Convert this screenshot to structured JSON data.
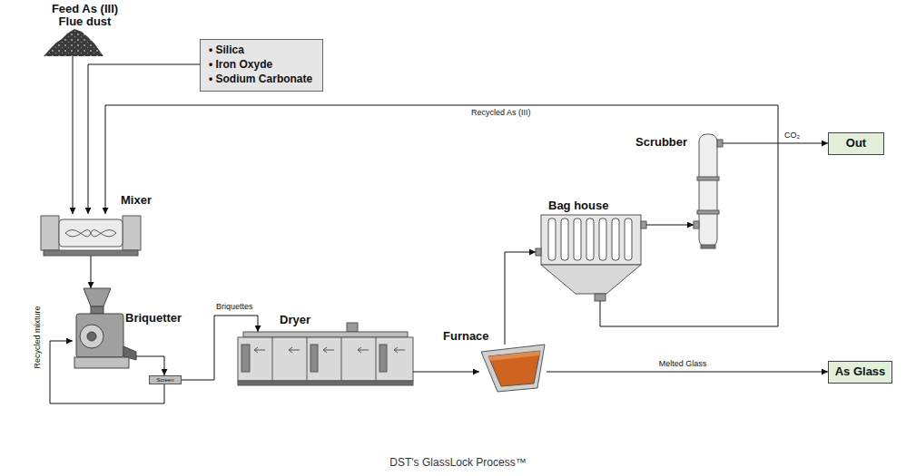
{
  "diagram": {
    "caption": "DST's GlassLock Process™",
    "nodes": [
      {
        "text": [
          "Feed As (III) Flue dust"
        ]
      },
      {
        "text": [
          "• Silica",
          "• Iron Oxyde",
          "• Sodium Carbonate"
        ]
      },
      {
        "text": [
          "Mixer"
        ]
      },
      {
        "text": [
          "Briquetter"
        ]
      },
      {
        "text": [
          "Screen"
        ]
      },
      {
        "text": [
          "Dryer"
        ]
      },
      {
        "text": [
          "Furnace"
        ]
      },
      {
        "text": [
          "Bag house"
        ]
      },
      {
        "text": [
          "Scrubber"
        ]
      },
      {
        "text": [
          "Out"
        ]
      },
      {
        "text": [
          "As Glass"
        ]
      }
    ],
    "edges": [
      {
        "from": 0,
        "to": 2,
        "arrow": "to"
      },
      {
        "from": 1,
        "to": 2,
        "arrow": "to"
      },
      {
        "from": 7,
        "to": 2,
        "arrow": "to",
        "label": "Recycled As (III)"
      },
      {
        "from": 2,
        "to": 3,
        "arrow": "to"
      },
      {
        "from": 3,
        "to": 4,
        "arrow": "to"
      },
      {
        "from": 4,
        "to": 3,
        "arrow": "to",
        "label": "Recycled mixture"
      },
      {
        "from": 4,
        "to": 5,
        "arrow": "to",
        "label": "Briquettes"
      },
      {
        "from": 5,
        "to": 6,
        "arrow": "to"
      },
      {
        "from": 6,
        "to": 7,
        "arrow": "to"
      },
      {
        "from": 7,
        "to": 8,
        "arrow": "to"
      },
      {
        "from": 8,
        "to": 9,
        "arrow": "to",
        "label": "CO₂"
      },
      {
        "from": 6,
        "to": 10,
        "arrow": "to",
        "label": "Melted Glass"
      }
    ]
  }
}
